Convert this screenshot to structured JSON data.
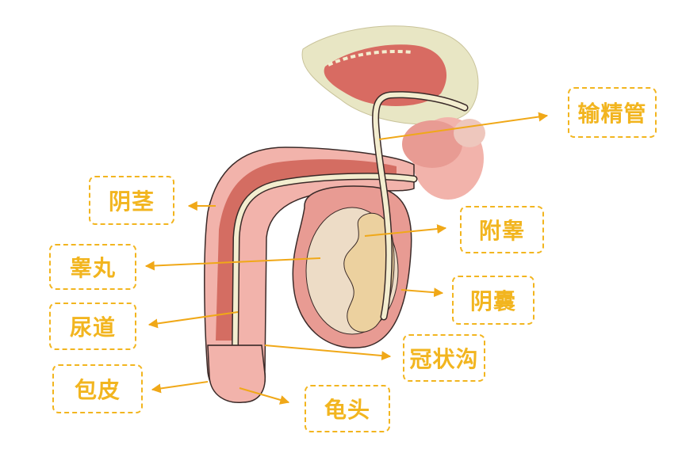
{
  "labels": {
    "vas_deferens": "输精管",
    "penis": "阴茎",
    "testis": "睾丸",
    "urethra": "尿道",
    "foreskin": "包皮",
    "glans": "龟头",
    "epididymis": "附睾",
    "scrotum": "阴囊",
    "coronal_sulcus": "冠状沟"
  },
  "colors": {
    "label": "#f2b51f",
    "leader_line": "#f0a818",
    "bladder": "#e8e6c4",
    "bladder_inner": "#d86b62",
    "tissue_dark": "#d46d62",
    "tissue_light": "#f2b3ab",
    "tube": "#f3edcf",
    "testis": "#eddcc6",
    "epididymis": "#ecd19f",
    "outline": "#3a2a28"
  }
}
